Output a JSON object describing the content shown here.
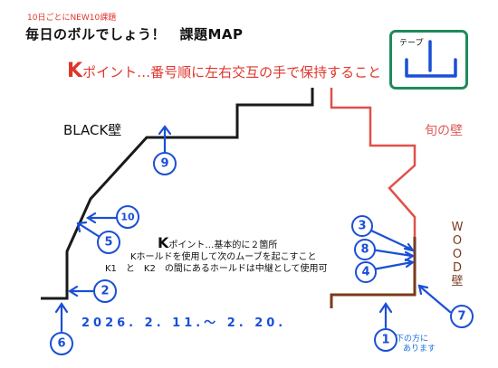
{
  "header": {
    "small_note": "10日ごとにNEW10課題",
    "title": "毎日のボルでしょう！　課題MAP"
  },
  "rule": {
    "k_letter": "K",
    "text": "ポイント…番号順に左右交互の手で保持すること"
  },
  "tape_label": "テープ",
  "walls": {
    "black": "BLACK壁",
    "shun": "旬の壁",
    "wood_letters": [
      "W",
      "O",
      "O",
      "D",
      "壁"
    ]
  },
  "k_notes": {
    "k_letter": "K",
    "line1": "ポイント…基本的に２箇所",
    "line2": "Kホールドを使用して次のムーブを起こすこと",
    "line3": "K1　と　K2　の間にあるホールドは中継として使用可"
  },
  "date_range": "2026.  2.  11.～  2.  20.",
  "note": {
    "line1": "下の方に",
    "line2": "あります"
  },
  "holds": [
    "9",
    "10",
    "5",
    "2",
    "6",
    "3",
    "8",
    "4",
    "7",
    "1"
  ],
  "colors": {
    "black_wall": "#1a1a1a",
    "shun_wall": "#e0504a",
    "wood_wall": "#7a3a1a",
    "hold_marker": "#1a4fd6",
    "tape_frame": "#1f8a5a",
    "rule_text": "#e0352b"
  }
}
